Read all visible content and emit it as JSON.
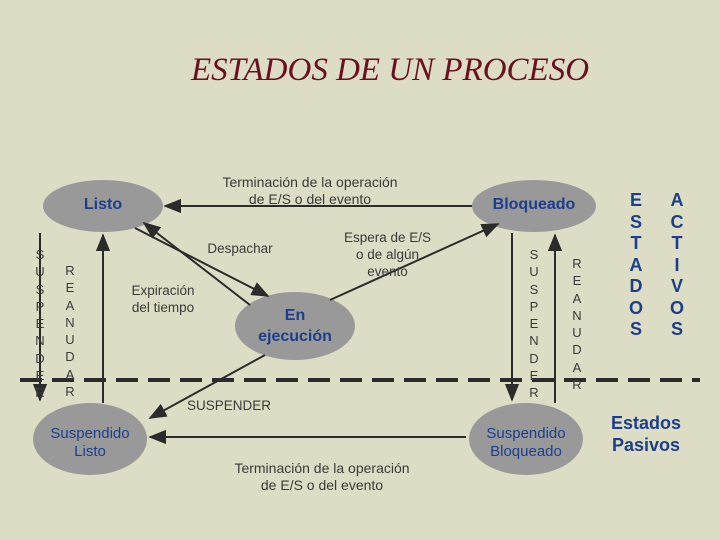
{
  "title": "ESTADOS DE UN PROCESO",
  "nodes": {
    "listo": "Listo",
    "bloqueado": "Bloqueado",
    "en_ejecucion": [
      "En",
      "ejecución"
    ],
    "suspendido_listo": [
      "Suspendido",
      "Listo"
    ],
    "suspendido_bloqueado": [
      "Suspendido",
      "Bloqueado"
    ]
  },
  "transitions": {
    "terminacion_top": [
      "Terminación de la operación",
      "de E/S o del evento"
    ],
    "despachar": "Despachar",
    "espera": [
      "Espera de E/S",
      "o de algún",
      "evento"
    ],
    "expiracion": [
      "Expiración",
      "del tiempo"
    ],
    "suspender_bottom": "SUSPENDER",
    "terminacion_bottom": [
      "Terminación de la operación",
      "de E/S o del evento"
    ]
  },
  "vertical_labels": {
    "suspender_left": "SUSPENDER",
    "reanudar_left": "REANUDAR",
    "suspender_right": "SUSPENDER",
    "reanudar_right": "REANUDAR",
    "estados_activos_1": "ESTADOS",
    "estados_activos_2": "ACTIVOS"
  },
  "estados_pasivos": [
    "Estados",
    "Pasivos"
  ],
  "colors": {
    "background": "#ddddc6",
    "node_fill": "#999999",
    "title": "#6b1020",
    "label_blue": "#1c3f8c",
    "label_grey": "#3a3a3a",
    "arrow": "#2b2b2b"
  }
}
